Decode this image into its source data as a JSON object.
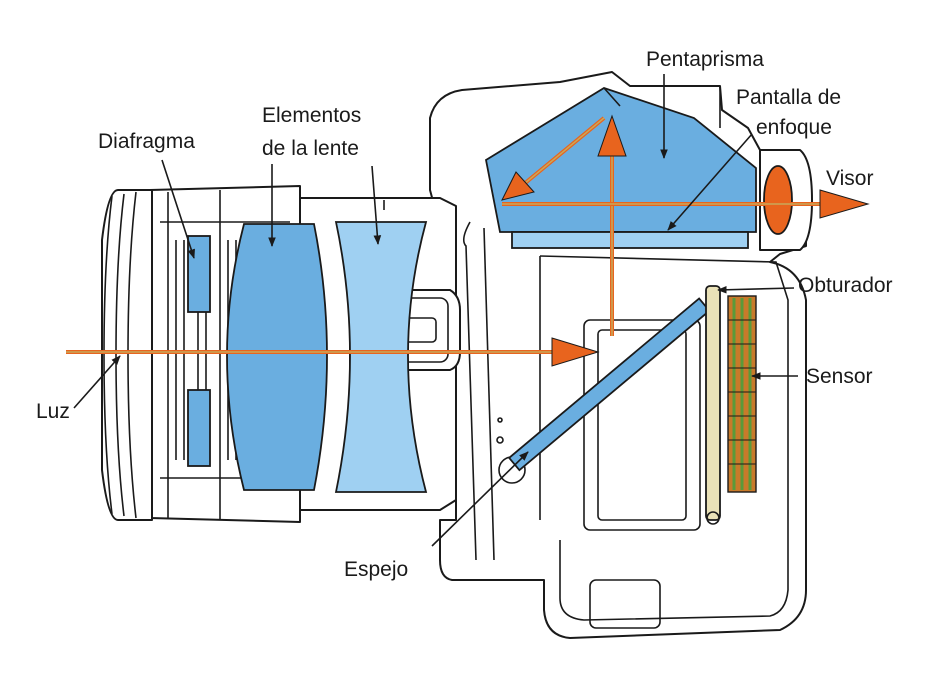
{
  "labels": {
    "pentaprisma": "Pentaprisma",
    "pantalla_line1": "Pantalla de",
    "pantalla_line2": "enfoque",
    "elementos_line1": "Elementos",
    "elementos_line2": "de la lente",
    "diafragma": "Diafragma",
    "visor": "Visor",
    "obturador": "Obturador",
    "sensor": "Sensor",
    "luz": "Luz",
    "espejo": "Espejo"
  },
  "colors": {
    "lens_blue": "#6aaee0",
    "lens_light_blue": "#9fd0f2",
    "light_ray": "#e8641e",
    "sensor_green": "#5a9a3a",
    "sensor_orange": "#c87a2a"
  }
}
